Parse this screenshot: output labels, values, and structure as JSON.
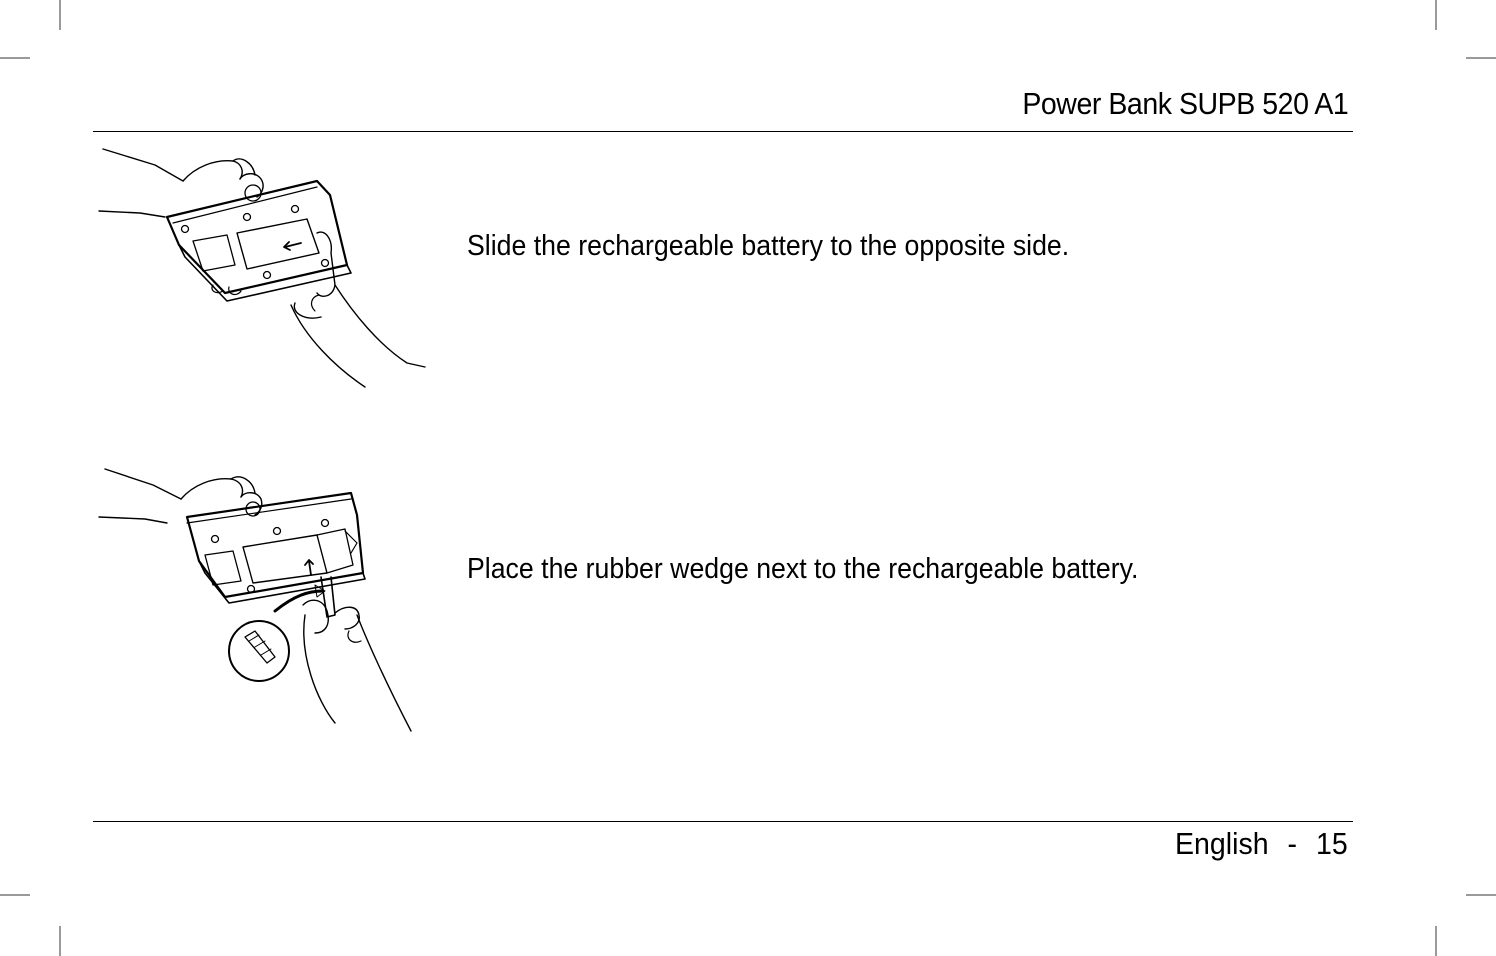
{
  "header": {
    "title": "Power Bank SUPB 520 A1"
  },
  "steps": [
    {
      "text": "Slide the rechargeable battery to the opposite side."
    },
    {
      "text": "Place the rubber wedge next to the rechargeable battery."
    }
  ],
  "footer": {
    "language": "English",
    "separator": "-",
    "page_number": "15"
  }
}
